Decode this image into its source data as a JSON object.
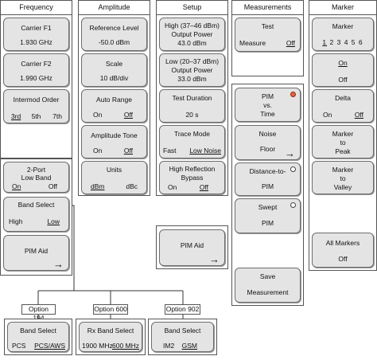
{
  "columns": {
    "frequency": {
      "title": "Frequency",
      "carrier_f1": {
        "label": "Carrier F1",
        "value": "1.930 GHz"
      },
      "carrier_f2": {
        "label": "Carrier F2",
        "value": "1.990 GHz"
      },
      "intermod": {
        "label": "Intermod Order",
        "options": [
          "3rd",
          "5th",
          "7th"
        ],
        "selected": "3rd"
      },
      "two_port": {
        "line1": "2-Port",
        "line2": "Low Band",
        "on": "On",
        "off": "Off",
        "selected": "On"
      },
      "band_select": {
        "label": "Band Select",
        "high": "High",
        "low": "Low",
        "selected": "Low"
      },
      "pim_aid": {
        "label": "PIM Aid"
      }
    },
    "amplitude": {
      "title": "Amplitude",
      "reference_level": {
        "label": "Reference Level",
        "value": "-50.0 dBm"
      },
      "scale": {
        "label": "Scale",
        "value": "10 dB/div"
      },
      "auto_range": {
        "label": "Auto Range",
        "on": "On",
        "off": "Off",
        "selected": "Off"
      },
      "amplitude_tone": {
        "label": "Amplitude Tone",
        "on": "On",
        "off": "Off",
        "selected": "Off"
      },
      "units": {
        "label": "Units",
        "dbm": "dBm",
        "dbc": "dBc",
        "selected": "dBm"
      }
    },
    "setup": {
      "title": "Setup",
      "high_power": {
        "line1": "High (37–46 dBm)",
        "line2": "Output Power",
        "value": "43.0 dBm"
      },
      "low_power": {
        "line1": "Low (20–37 dBm)",
        "line2": "Output Power",
        "value": "33.0 dBm"
      },
      "test_duration": {
        "label": "Test Duration",
        "value": "20 s"
      },
      "trace_mode": {
        "label": "Trace Mode",
        "fast": "Fast",
        "low_noise": "Low Noise",
        "selected": "Low Noise"
      },
      "high_reflection": {
        "line1": "High Reflection",
        "line2": "Bypass",
        "on": "On",
        "off": "Off",
        "selected": "Off"
      },
      "pim_aid": {
        "label": "PIM Aid"
      }
    },
    "measurements": {
      "title": "Measurements",
      "test": {
        "label": "Test",
        "measure": "Measure",
        "off": "Off",
        "selected": "Off"
      },
      "pim_vs_time": {
        "line1": "PIM",
        "line2": "vs.",
        "line3": "Time",
        "active": true
      },
      "noise_floor": {
        "line1": "Noise",
        "line2": "Floor"
      },
      "distance_to_pim": {
        "line1": "Distance-to-",
        "line2": "PIM"
      },
      "swept_pim": {
        "line1": "Swept",
        "line2": "PIM"
      },
      "save_measurement": {
        "line1": "Save",
        "line2": "Measurement"
      }
    },
    "marker": {
      "title": "Marker",
      "marker_select": {
        "label": "Marker",
        "numbers": [
          "1",
          "2",
          "3",
          "4",
          "5",
          "6"
        ],
        "selected": "1"
      },
      "on_off": {
        "on": "On",
        "off": "Off",
        "selected": "On"
      },
      "delta": {
        "label": "Delta",
        "on": "On",
        "off": "Off",
        "selected": "Off"
      },
      "marker_to_peak": {
        "line1": "Marker",
        "line2": "to",
        "line3": "Peak"
      },
      "marker_to_valley": {
        "line1": "Marker",
        "line2": "to",
        "line3": "Valley"
      },
      "all_markers": {
        "line1": "All Markers",
        "line2": "Off"
      }
    }
  },
  "options": [
    {
      "tag": "Option 194",
      "label": "Band Select",
      "left": "PCS",
      "right": "PCS/AWS",
      "selected": "PCS/AWS"
    },
    {
      "tag": "Option 600",
      "label": "Rx Band Select",
      "left": "1900 MHz",
      "right": "600 MHz",
      "selected": "600 MHz"
    },
    {
      "tag": "Option 902",
      "label": "Band Select",
      "left": "IM2",
      "right": "GSM",
      "selected": "GSM"
    }
  ],
  "colors": {
    "active_dot": "#e8613a",
    "button_fill": "#e4e4e4"
  }
}
